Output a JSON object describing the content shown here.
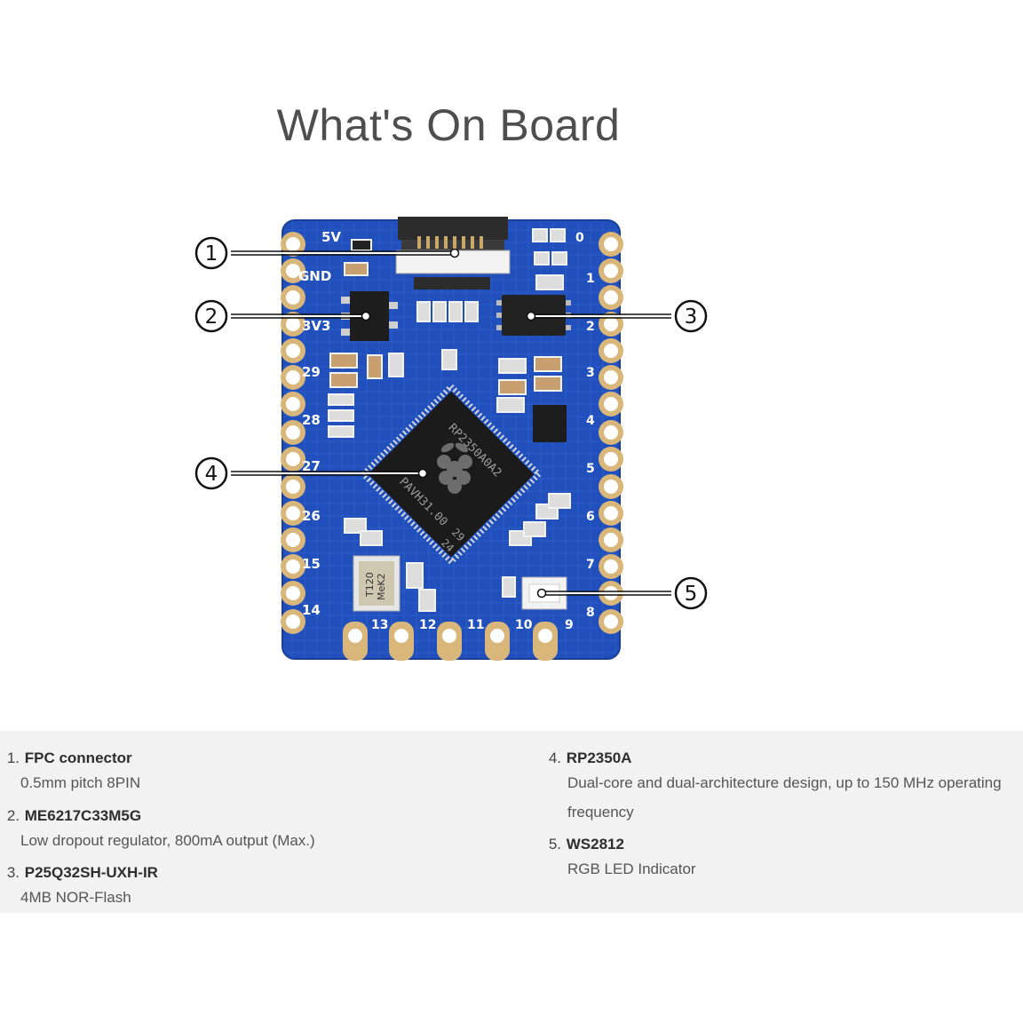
{
  "title": "What's On Board",
  "board": {
    "left_labels": [
      "5V",
      "GND",
      "3V3",
      "29",
      "28",
      "27",
      "26",
      "15",
      "14"
    ],
    "right_labels": [
      "0",
      "1",
      "2",
      "3",
      "4",
      "5",
      "6",
      "7",
      "8",
      "9"
    ],
    "bottom_labels": [
      "13",
      "12",
      "11",
      "10"
    ],
    "chip_text": [
      "RP2350A0A2",
      "PAVH31.00",
      "29",
      "24"
    ],
    "crystal_text": [
      "T120",
      "MeK2"
    ],
    "colors": {
      "pcb": "#1f4fb8",
      "trace": "#2d5fcc",
      "gold": "#d9b77a",
      "chip": "#1b1b1b"
    }
  },
  "callouts": [
    {
      "number": "1"
    },
    {
      "number": "2"
    },
    {
      "number": "3"
    },
    {
      "number": "4"
    },
    {
      "number": "5"
    }
  ],
  "specs": [
    {
      "num": "1.",
      "name": "FPC connector",
      "desc": "0.5mm pitch 8PIN"
    },
    {
      "num": "2.",
      "name": "ME6217C33M5G",
      "desc": "Low dropout regulator, 800mA output (Max.)"
    },
    {
      "num": "3.",
      "name": "P25Q32SH-UXH-IR",
      "desc": "4MB NOR-Flash"
    },
    {
      "num": "4.",
      "name": "RP2350A",
      "desc": "Dual-core and dual-architecture design, up to 150 MHz operating frequency"
    },
    {
      "num": "5.",
      "name": "WS2812",
      "desc": "RGB LED Indicator"
    }
  ]
}
